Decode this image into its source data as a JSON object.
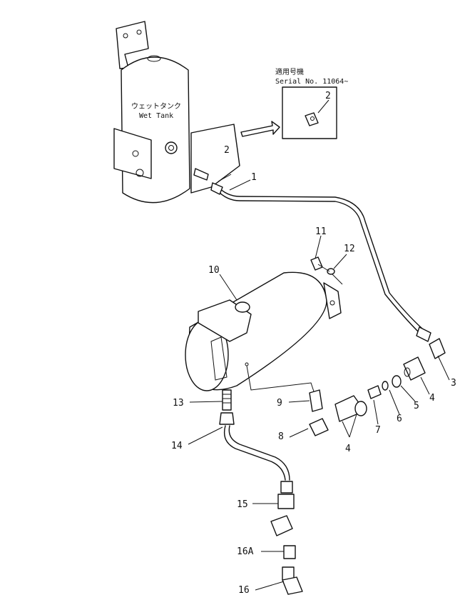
{
  "wet_tank": {
    "label_jp": "ウェットタンク",
    "label_en": "Wet Tank"
  },
  "detail_box": {
    "label_jp": "適用号機",
    "serial": "Serial No. 11064~"
  },
  "callouts": {
    "c1": "1",
    "c2_tank": "2",
    "c2_box": "2",
    "c3": "3",
    "c4_right": "4",
    "c4_left": "4",
    "c5": "5",
    "c6": "6",
    "c7": "7",
    "c8": "8",
    "c9": "9",
    "c10": "10",
    "c11": "11",
    "c12": "12",
    "c13": "13",
    "c14": "14",
    "c15": "15",
    "c16a": "16A",
    "c16": "16"
  }
}
